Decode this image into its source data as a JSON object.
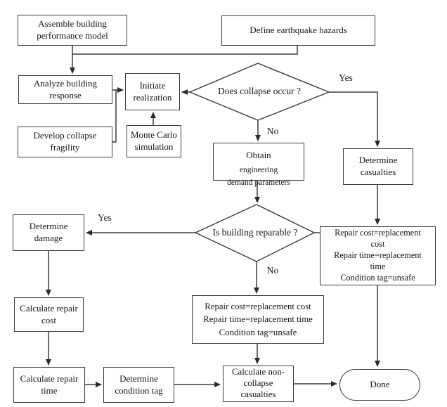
{
  "diagram": {
    "type": "flowchart",
    "nodes": {
      "assemble": {
        "label": "Assemble building\nperformance model"
      },
      "define": {
        "label": "Define earthquake hazards"
      },
      "analyze": {
        "label": "Analyze building\nresponse"
      },
      "initiate": {
        "label": "Initiate\nrealization"
      },
      "develop": {
        "label": "Develop collapse\nfragility"
      },
      "monte": {
        "label": "Monte Carlo\nsimulation"
      },
      "obtain": {
        "word_big": "Obtain",
        "word_small": "engineering",
        "line2": "demand parameters"
      },
      "casualties": {
        "label": "Determine\ncasualties"
      },
      "repair_right": {
        "label": "Repair cost=replacement\ncost\nRepair time=replacement\ntime\nCondition tag=unsafe"
      },
      "damage": {
        "label": "Determine\ndamage"
      },
      "repair_mid": {
        "label": "Repair cost=replacement cost\nRepair time=replacement time\nCondition tag=unsafe"
      },
      "calc_cost": {
        "label": "Calculate repair\ncost"
      },
      "calc_time": {
        "label": "Calculate repair\ntime"
      },
      "cond_tag": {
        "label": "Determine\ncondition tag"
      },
      "noncollapse": {
        "label": "Calculate non-\ncollapse\ncasualties"
      },
      "done": {
        "label": "Done"
      }
    },
    "decisions": {
      "collapse": {
        "label": "Does collapse occur ?"
      },
      "reparable": {
        "label": "Is building reparable ?"
      }
    },
    "edge_labels": {
      "collapse_yes": "Yes",
      "collapse_no": "No",
      "reparable_yes": "Yes",
      "reparable_no": "No"
    },
    "colors": {
      "line": "#3a3a3a",
      "text": "#15151d",
      "background": "#ffffff"
    }
  }
}
